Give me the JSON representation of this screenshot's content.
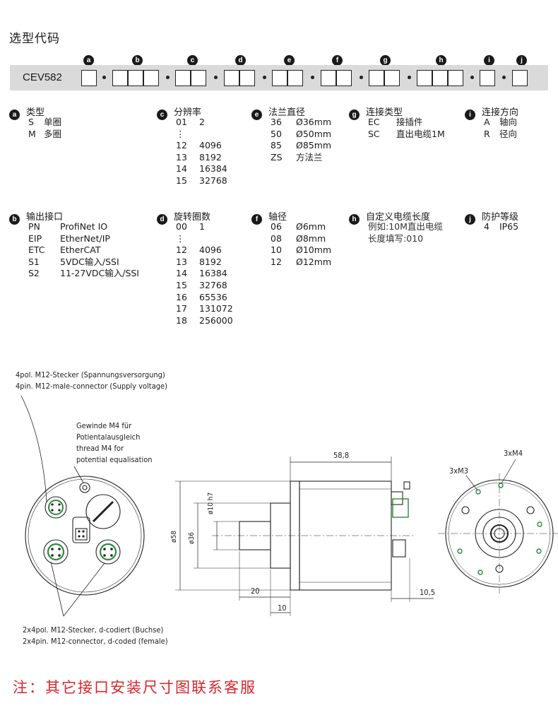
{
  "heading": "选型代码",
  "code_bar": {
    "model": "CEV582",
    "letters": [
      "a",
      "b",
      "c",
      "d",
      "e",
      "f",
      "g",
      "h",
      "i",
      "j"
    ]
  },
  "groups": {
    "a": {
      "letter": "a",
      "title": "类型",
      "rows": [
        {
          "k": "S",
          "v": "单圈"
        },
        {
          "k": "M",
          "v": "多圈"
        }
      ]
    },
    "b": {
      "letter": "b",
      "title": "输出接口",
      "rows": [
        {
          "k": "PN",
          "v": "ProfiNet IO"
        },
        {
          "k": "EIP",
          "v": "EtherNet/IP"
        },
        {
          "k": "ETC",
          "v": "EtherCAT"
        },
        {
          "k": "S1",
          "v": "5VDC输入/SSI"
        },
        {
          "k": "S2",
          "v": "11-27VDC输入/SSI"
        }
      ]
    },
    "c": {
      "letter": "c",
      "title": "分辨率",
      "rows": [
        {
          "k": "01",
          "v": "2"
        },
        {
          "k": "⋮",
          "v": ""
        },
        {
          "k": "12",
          "v": "4096"
        },
        {
          "k": "13",
          "v": "8192"
        },
        {
          "k": "14",
          "v": "16384"
        },
        {
          "k": "15",
          "v": "32768"
        }
      ]
    },
    "d": {
      "letter": "d",
      "title": "旋转圈数",
      "rows": [
        {
          "k": "00",
          "v": "1"
        },
        {
          "k": "⋮",
          "v": ""
        },
        {
          "k": "12",
          "v": "4096"
        },
        {
          "k": "13",
          "v": "8192"
        },
        {
          "k": "14",
          "v": "16384"
        },
        {
          "k": "15",
          "v": "32768"
        },
        {
          "k": "16",
          "v": "65536"
        },
        {
          "k": "17",
          "v": "131072"
        },
        {
          "k": "18",
          "v": "256000"
        }
      ]
    },
    "e": {
      "letter": "e",
      "title": "法兰直径",
      "rows": [
        {
          "k": "36",
          "v": "Ø36mm"
        },
        {
          "k": "50",
          "v": "Ø50mm"
        },
        {
          "k": "85",
          "v": "Ø85mm"
        },
        {
          "k": "ZS",
          "v": "方法兰"
        }
      ]
    },
    "f": {
      "letter": "f",
      "title": "轴径",
      "rows": [
        {
          "k": "06",
          "v": "Ø6mm"
        },
        {
          "k": "08",
          "v": "Ø8mm"
        },
        {
          "k": "10",
          "v": "Ø10mm"
        },
        {
          "k": "12",
          "v": "Ø12mm"
        }
      ]
    },
    "g": {
      "letter": "g",
      "title": "连接类型",
      "rows": [
        {
          "k": "EC",
          "v": "接插件"
        },
        {
          "k": "SC",
          "v": "直出电缆1M"
        }
      ]
    },
    "h": {
      "letter": "h",
      "title": "自定义电缆长度",
      "note": "例如:10M直出电缆长度填写:010"
    },
    "i": {
      "letter": "i",
      "title": "连接方向",
      "rows": [
        {
          "k": "A",
          "v": "轴向"
        },
        {
          "k": "R",
          "v": "径向"
        }
      ]
    },
    "j": {
      "letter": "j",
      "title": "防护等级",
      "rows": [
        {
          "k": "4",
          "v": "IP65"
        }
      ]
    }
  },
  "drawing_labels": {
    "supply_de": "4pol. M12-Stecker (Spannungsversorgung)",
    "supply_en": "4pin. M12-male-connector (Supply voltage)",
    "ground_1": "Gewinde M4 für",
    "ground_2": "Potientalausgleich",
    "ground_3": "thread M4 for",
    "ground_4": "potential equalisation",
    "bus_de": "2x4pol. M12-Stecker, d-codiert (Buchse)",
    "bus_en": "2x4pin. M12-connector, d-coded (female)",
    "dim_length": "58,8",
    "dim_outer": "ø58",
    "dim_flange": "ø36",
    "dim_shaft": "ø10 h7",
    "dim_20": "20",
    "dim_10": "10",
    "dim_10_5": "10,5",
    "holes_m3": "3xM3",
    "holes_m4": "3xM4"
  },
  "footer": "注：其它接口安装尺寸图联系客服"
}
